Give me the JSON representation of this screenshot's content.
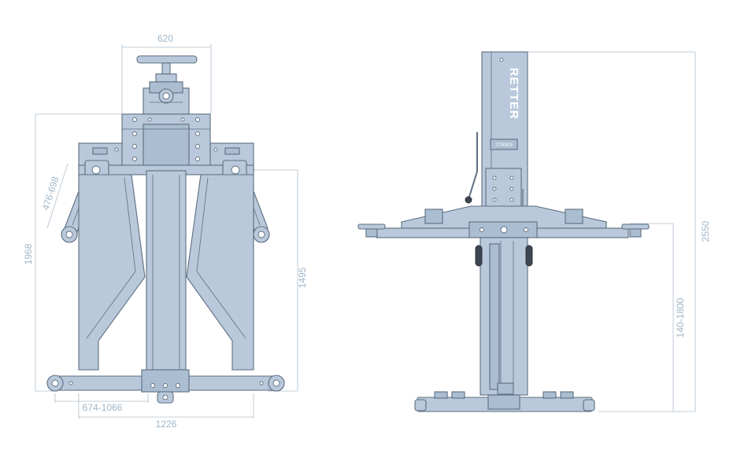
{
  "dimensions": {
    "top_width": "620",
    "arm_reach": "476-698",
    "overall_depth": "1968",
    "platform_depth": "1495",
    "arm_span": "674-1066",
    "base_width": "1226",
    "column_height": "2550",
    "lift_range": "140-1800"
  },
  "brand": {
    "logo_text": "RETTER",
    "capacity_label": "2700KG"
  },
  "colors": {
    "steel": "#b9c9db",
    "outline": "#5d6e80",
    "dimension": "#9fb6c9"
  }
}
